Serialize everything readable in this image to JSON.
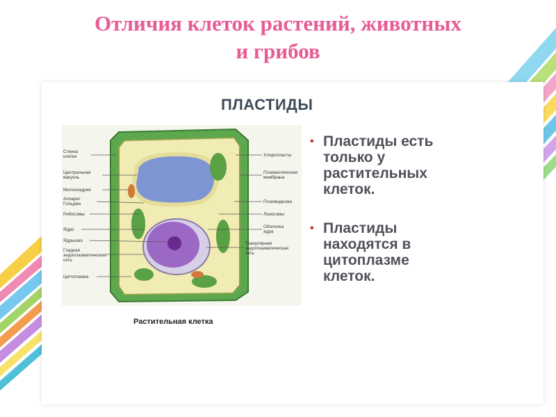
{
  "slide": {
    "title_line1": "Отличия клеток растений, животных",
    "title_line2": "и грибов",
    "panel_title": "ПЛАСТИДЫ",
    "diagram_caption": "Растительная клетка",
    "bullets": [
      {
        "line1": "Пластиды есть",
        "line2": "только у",
        "line3": "растительных",
        "line4": "клеток."
      },
      {
        "line1": "Пластиды",
        "line2": "находятся в",
        "line3": "цитоплазме",
        "line4": "клеток."
      }
    ]
  },
  "diagram_labels": {
    "left": [
      {
        "l1": "Стенка",
        "l2": "клетки"
      },
      {
        "l1": "Центральная",
        "l2": "вакуоль"
      },
      {
        "l1": "Митохондрии",
        "l2": ""
      },
      {
        "l1": "Аппарат",
        "l2": "Гольджи"
      },
      {
        "l1": "Рибосомы",
        "l2": ""
      },
      {
        "l1": "Ядро",
        "l2": ""
      },
      {
        "l1": "Ядрышко",
        "l2": ""
      },
      {
        "l1": "Гладкая",
        "l2": "эндоплазматическая",
        "l3": "сеть"
      },
      {
        "l1": "Цитоплазма",
        "l2": ""
      }
    ],
    "right": [
      {
        "l1": "Хлоропласты",
        "l2": ""
      },
      {
        "l1": "Плазматическая",
        "l2": "мембрана"
      },
      {
        "l1": "Плазмодесма",
        "l2": ""
      },
      {
        "l1": "Лизосомы",
        "l2": ""
      },
      {
        "l1": "Оболочка",
        "l2": "ядра"
      },
      {
        "l1": "Гранулярная",
        "l2": "эндоплазматическая",
        "l3": "сеть"
      }
    ]
  },
  "colors": {
    "title": "#e75c95",
    "bullet_text": "#50505a",
    "bullet_dot": "#c0392b",
    "cell_wall": "#5da84e",
    "cytoplasm": "#f1ecb4",
    "vacuole": "#7f95d3",
    "nucleus": "#9b68c6"
  }
}
